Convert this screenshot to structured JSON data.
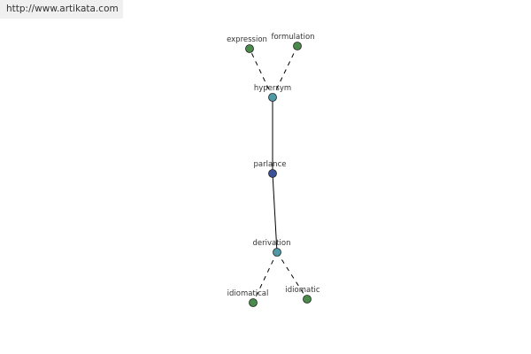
{
  "site_url": "http://www.artikata.com",
  "colors": {
    "center": "#3b5096",
    "hub": "#4f9aa6",
    "leaf": "#4a8a4a",
    "edge": "#000000"
  },
  "nodes": [
    {
      "id": "parlance",
      "label": "parlance",
      "kind": "center"
    },
    {
      "id": "hypersym",
      "label": "hypersym",
      "kind": "hub"
    },
    {
      "id": "derivation",
      "label": "derivation",
      "kind": "hub"
    },
    {
      "id": "expression",
      "label": "expression",
      "kind": "leaf"
    },
    {
      "id": "formulation",
      "label": "formulation",
      "kind": "leaf"
    },
    {
      "id": "idiomatical",
      "label": "idiomatical",
      "kind": "leaf"
    },
    {
      "id": "idiomatic",
      "label": "idiomatic",
      "kind": "leaf"
    }
  ],
  "edges": [
    {
      "from": "parlance",
      "to": "hypersym",
      "style": "solid"
    },
    {
      "from": "parlance",
      "to": "derivation",
      "style": "solid"
    },
    {
      "from": "hypersym",
      "to": "expression",
      "style": "dashed"
    },
    {
      "from": "hypersym",
      "to": "formulation",
      "style": "dashed"
    },
    {
      "from": "derivation",
      "to": "idiomatical",
      "style": "dashed"
    },
    {
      "from": "derivation",
      "to": "idiomatic",
      "style": "dashed"
    }
  ]
}
